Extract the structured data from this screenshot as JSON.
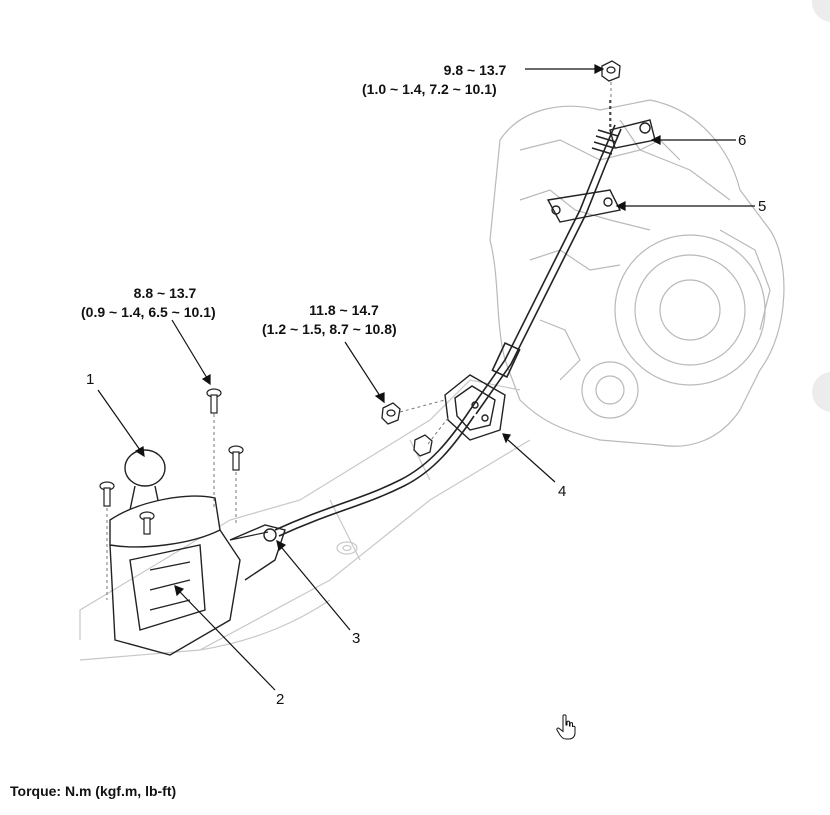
{
  "torque_specs": [
    {
      "value": "9.8 ~ 13.7",
      "sub": "(1.0 ~ 1.4, 7.2 ~ 10.1)"
    },
    {
      "value": "8.8 ~ 13.7",
      "sub": "(0.9 ~ 1.4, 6.5 ~ 10.1)"
    },
    {
      "value": "11.8 ~ 14.7",
      "sub": "(1.2 ~ 1.5, 8.7 ~ 10.8)"
    }
  ],
  "callouts": [
    "1",
    "2",
    "3",
    "4",
    "5",
    "6"
  ],
  "footer": {
    "torque_unit": "Torque: N.m (kgf.m, lb-ft)"
  },
  "colors": {
    "line": "#222222",
    "light": "#9a9a9a",
    "faint": "#c8c8c8"
  },
  "icons": [
    "bolt-icon",
    "nut-icon",
    "pointer-hand-icon"
  ]
}
